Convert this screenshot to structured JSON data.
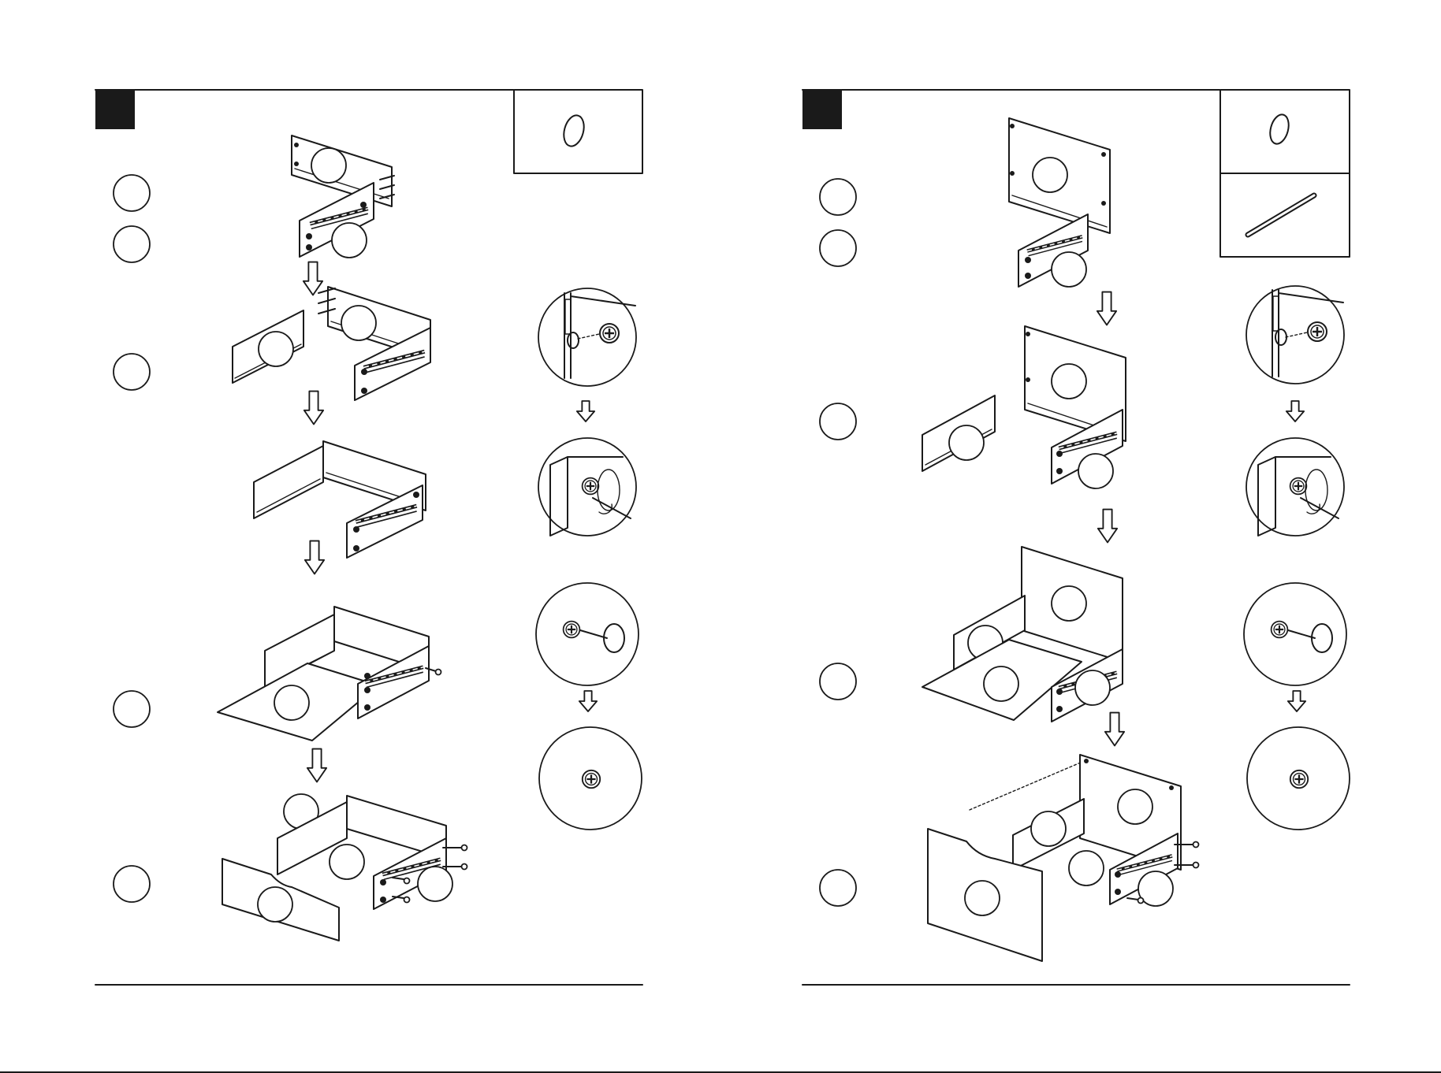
{
  "pages": [
    {
      "id": "left",
      "step_number": "",
      "hardware": [
        "cam-lock-fitting"
      ],
      "callouts_left": [
        "",
        "",
        "",
        "",
        ""
      ]
    },
    {
      "id": "right",
      "step_number": "",
      "hardware": [
        "cam-lock-fitting",
        "wooden-dowel"
      ],
      "callouts_left": [
        "",
        "",
        "",
        "",
        ""
      ]
    }
  ],
  "icons": {
    "cam_lock": "cam-lock-icon",
    "dowel": "dowel-icon",
    "arrow_down": "arrow-down-icon"
  },
  "colors": {
    "ink": "#1a1a1a",
    "paper": "#ffffff"
  },
  "footer_text": ""
}
